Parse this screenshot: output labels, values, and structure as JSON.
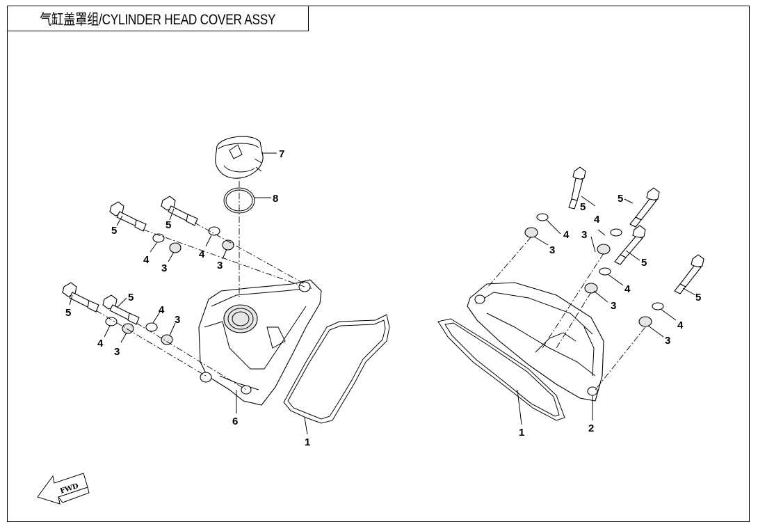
{
  "title": "气缸盖罩组/CYLINDER HEAD COVER ASSY",
  "fwd_label": "FWD",
  "callouts": {
    "left": [
      "5",
      "5",
      "4",
      "3",
      "4",
      "3",
      "7",
      "8",
      "5",
      "5",
      "4",
      "3",
      "4",
      "3",
      "6",
      "1"
    ],
    "right": [
      "5",
      "5",
      "4",
      "3",
      "4",
      "3",
      "5",
      "4",
      "3",
      "5",
      "4",
      "3",
      "1",
      "2"
    ]
  }
}
